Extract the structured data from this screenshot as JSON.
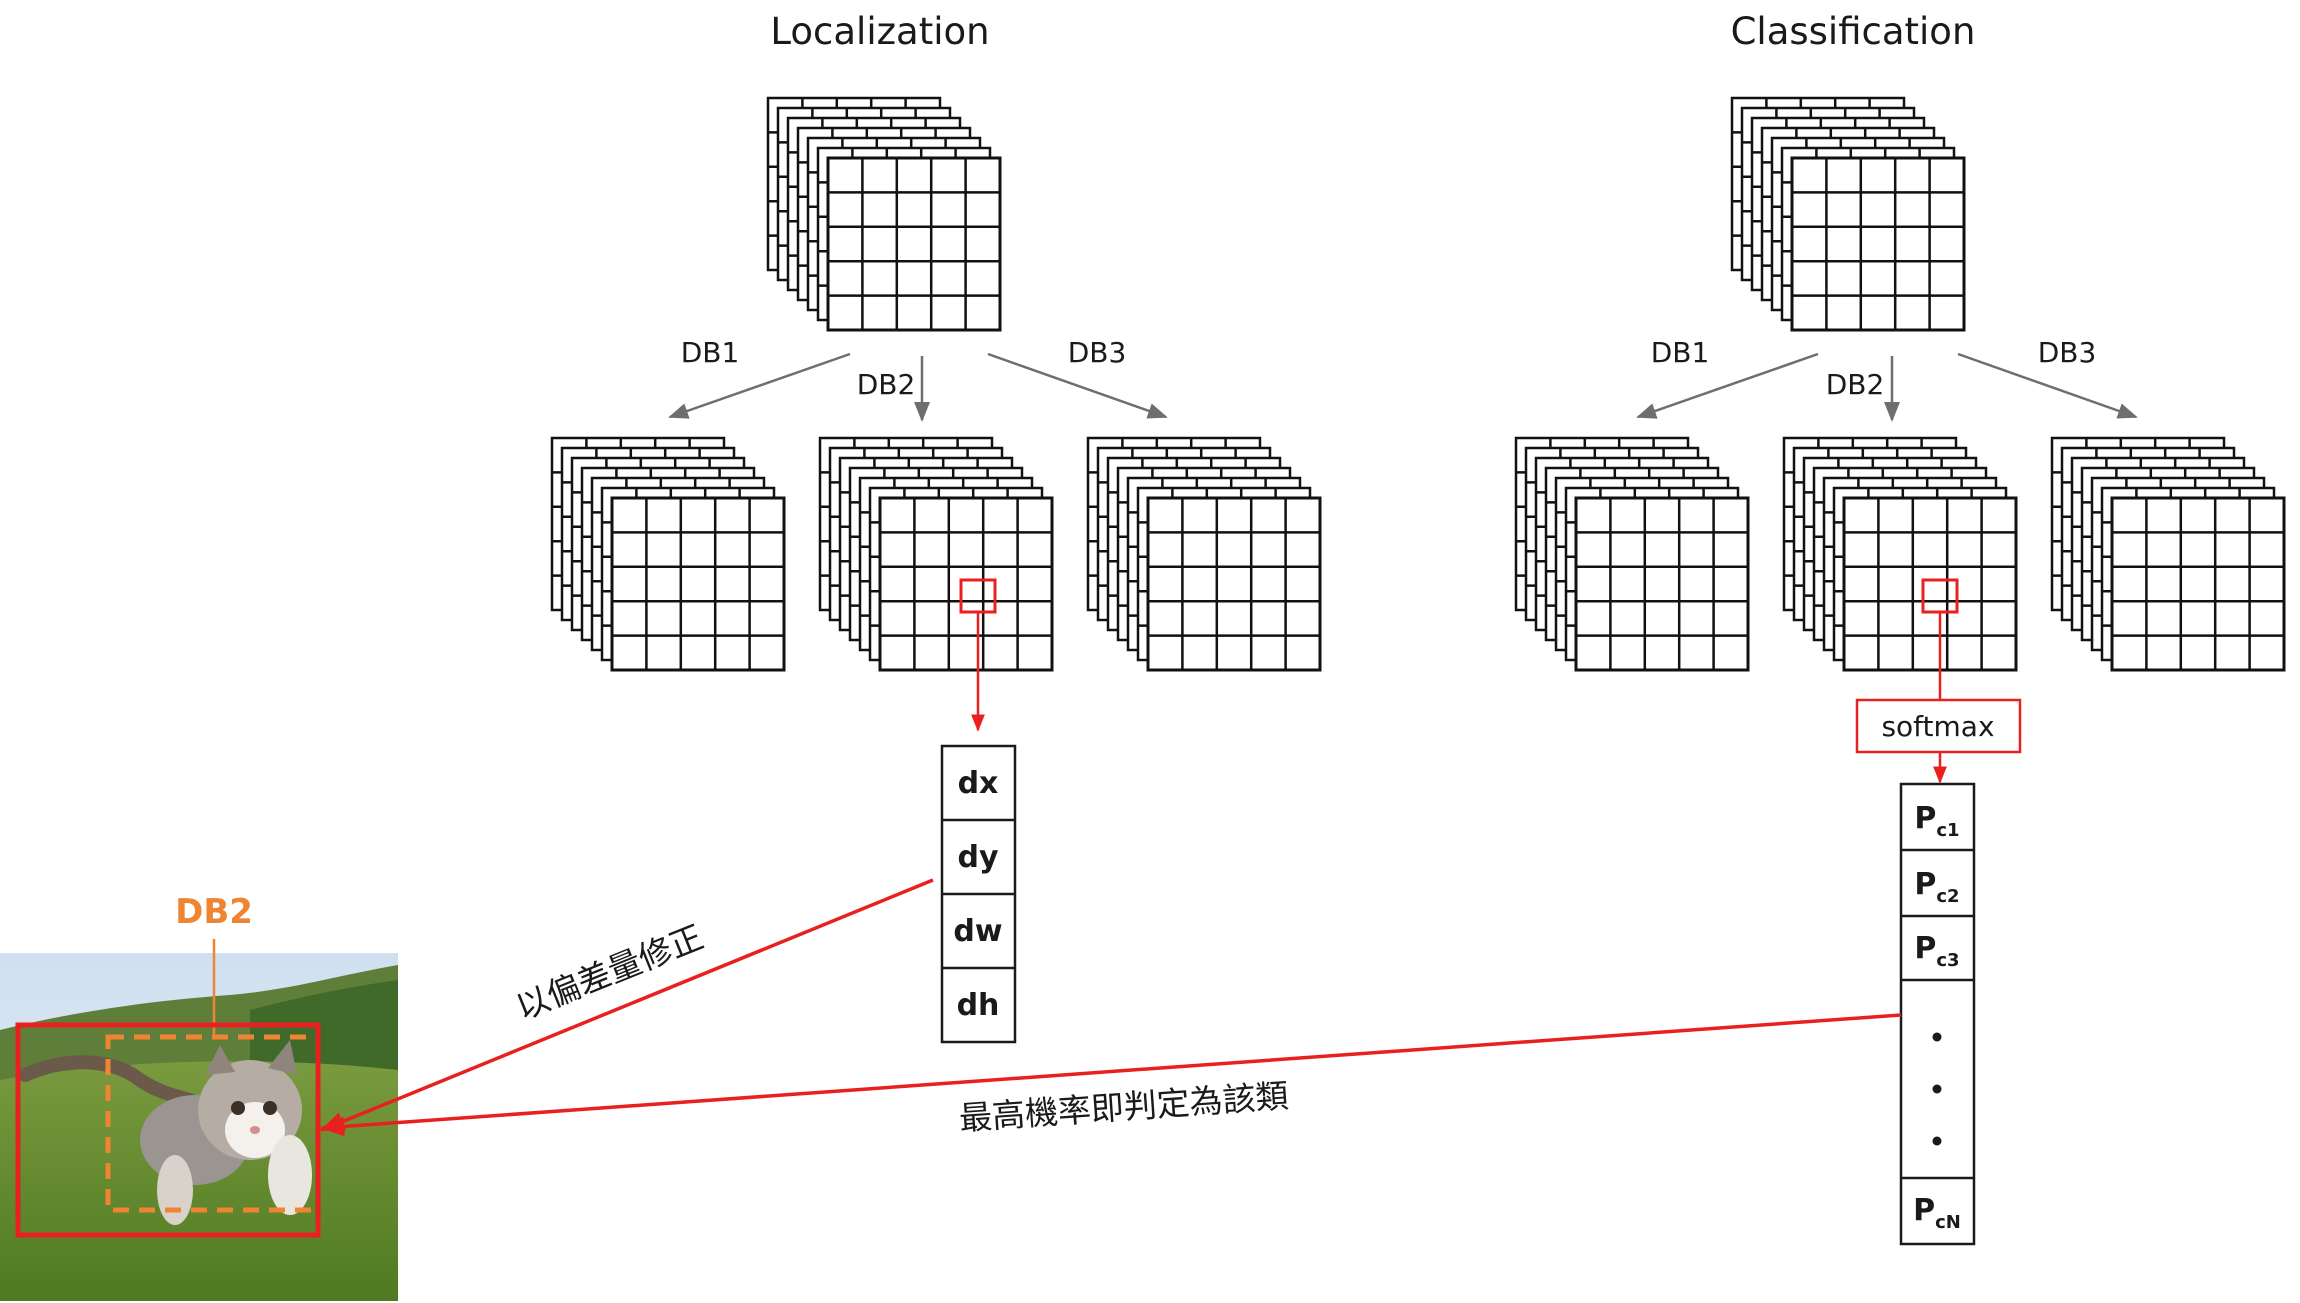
{
  "titles": {
    "localization": "Localization",
    "classification": "Classification"
  },
  "branches": {
    "db1": "DB1",
    "db2": "DB2",
    "db3": "DB3"
  },
  "offsets": [
    "dx",
    "dy",
    "dw",
    "dh"
  ],
  "softmax": "softmax",
  "probs": {
    "p1_main": "P",
    "p1_sub": "c1",
    "p2_main": "P",
    "p2_sub": "c2",
    "p3_main": "P",
    "p3_sub": "c3",
    "pn_main": "P",
    "pn_sub": "cN"
  },
  "annotations": {
    "offset_correct": "以偏差量修正",
    "max_prob": "最高機率即判定為該類",
    "photo_label": "DB2"
  },
  "colors": {
    "highlight": "#e8201f",
    "default_box": "#ef8532",
    "arrow_gray": "#6e6e6e"
  },
  "photo": {
    "subject": "kitten-on-grass"
  }
}
